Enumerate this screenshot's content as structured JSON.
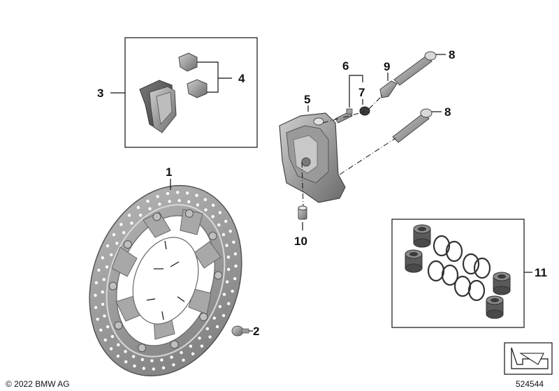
{
  "callouts": {
    "c1": "1",
    "c2": "2",
    "c3": "3",
    "c4": "4",
    "c5": "5",
    "c6": "6",
    "c7": "7",
    "c8a": "8",
    "c8b": "8",
    "c9": "9",
    "c10": "10",
    "c11": "11"
  },
  "footer": {
    "copyright": "© 2022 BMW AG",
    "diagram_number": "524544"
  },
  "colors": {
    "part_dark": "#5a5a5a",
    "part_mid": "#8a8a8a",
    "part_light": "#c4c4c4",
    "line": "#111111"
  },
  "icons": {
    "nav_corner": "arrow-corner-icon"
  }
}
